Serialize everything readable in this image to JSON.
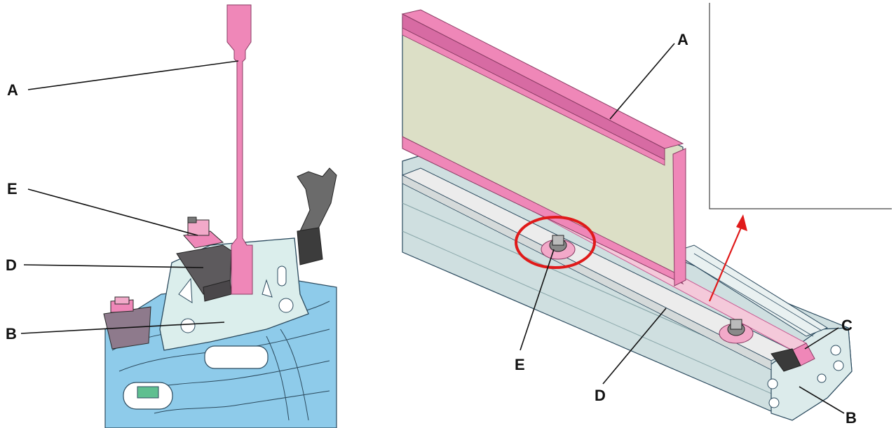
{
  "left_view": {
    "labels": {
      "a": "A",
      "e": "E",
      "d": "D",
      "b": "B"
    }
  },
  "right_view": {
    "labels": {
      "a": "A",
      "c": "C",
      "e": "E",
      "d": "D",
      "b": "B"
    }
  },
  "colors": {
    "pink_part": "#ef87b8",
    "pink_dark": "#c85a92",
    "plate_mint": "#dbeeec",
    "body_blue": "#8ecbea",
    "rail_grey": "#cfdfe0",
    "panel_olive": "#dcdfc6",
    "dark_block": "#5d5a5d",
    "highlight_red": "#e01a1a"
  }
}
